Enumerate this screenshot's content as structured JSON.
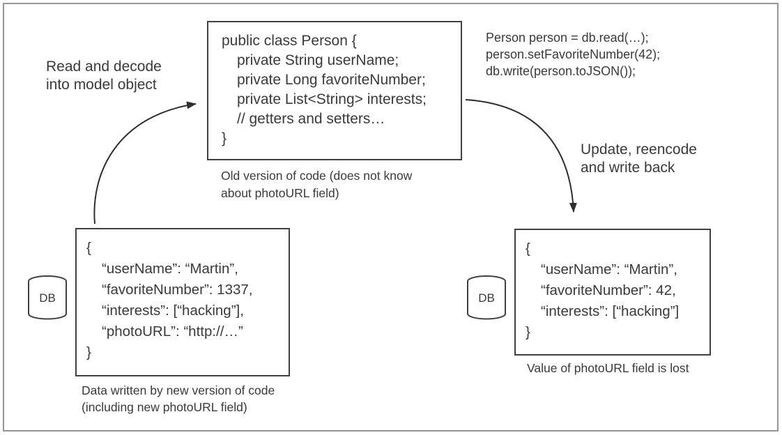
{
  "labels": {
    "read_decode": [
      "Read and decode",
      "into model object"
    ],
    "update_write": [
      "Update, reencode",
      "and write back"
    ]
  },
  "person_class": {
    "lines": [
      "public class Person {",
      "private String userName;",
      "private Long favoriteNumber;",
      "private List<String> interests;",
      "// getters and setters…",
      "}"
    ],
    "caption": [
      "Old version of code (does not know",
      "about photoURL field)"
    ]
  },
  "update_code": {
    "lines": [
      "Person person = db.read(…);",
      "person.setFavoriteNumber(42);",
      "db.write(person.toJSON());"
    ]
  },
  "db_old": {
    "db_label": "DB",
    "json_lines": [
      "{",
      "“userName”: “Martin”,",
      "“favoriteNumber”: 1337,",
      "“interests”: [“hacking”],",
      "“photoURL”: “http://…”",
      "}"
    ],
    "caption": [
      "Data written by new version of code",
      "(including new photoURL field)"
    ]
  },
  "db_new": {
    "db_label": "DB",
    "json_lines": [
      "{",
      "“userName”: “Martin”,",
      "“favoriteNumber”: 42,",
      "“interests”: [“hacking”]",
      "}"
    ],
    "caption": [
      "Value of photoURL field is lost"
    ]
  },
  "colors": {
    "ink": "#3a3a3a",
    "box_border": "#414141",
    "arrow": "#2e2e2e",
    "outer_border": "#969696",
    "background": "#ffffff"
  }
}
